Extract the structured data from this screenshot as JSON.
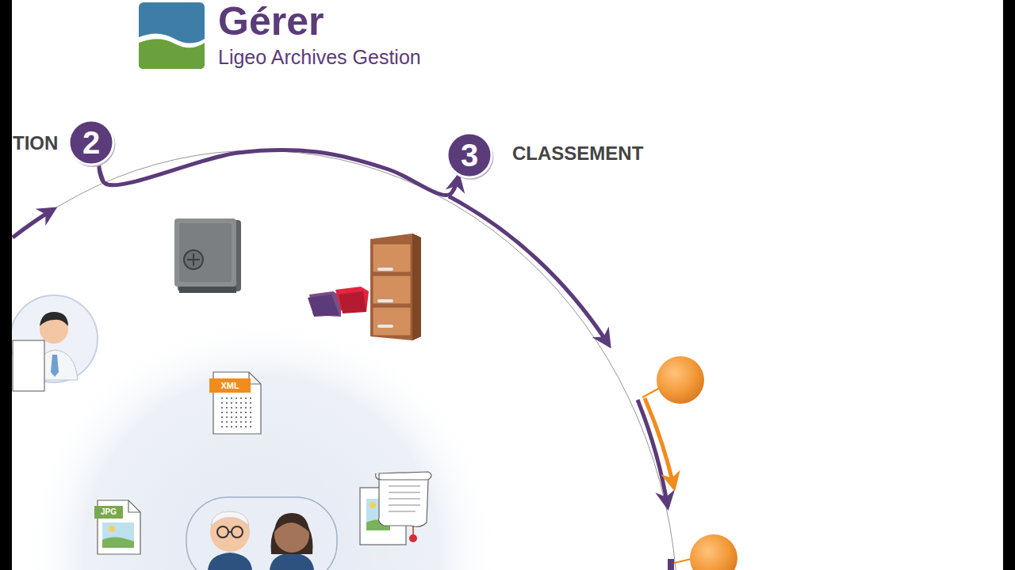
{
  "diagram": {
    "title": "Gérer",
    "nodes": [
      {
        "text": [
          "2"
        ]
      },
      {
        "text": [
          "3",
          "CLASSEMENT"
        ]
      }
    ],
    "edges": [
      {
        "from": 0,
        "to": 1,
        "arrow": "to"
      }
    ],
    "labels": [
      "Ligeo Archives Gestion",
      "TION",
      "XML",
      "JPG"
    ]
  }
}
